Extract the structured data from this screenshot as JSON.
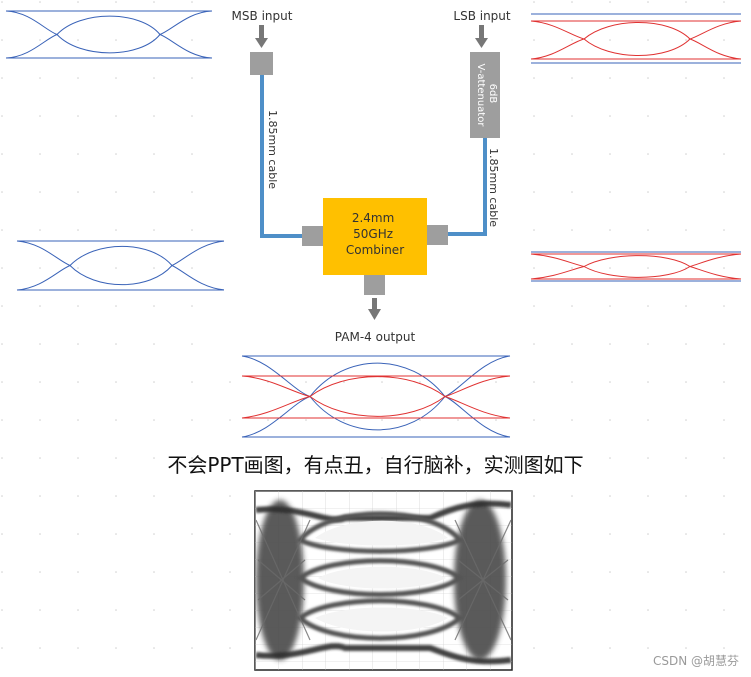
{
  "diagram": {
    "msb_input_label": "MSB input",
    "lsb_input_label": "LSB input",
    "attenuator_label": "6dB\nV-attenuator",
    "cable_left_label": "1.85mm cable",
    "cable_right_label": "1.85mm cable",
    "combiner_label": "2.4mm\n50GHz\nCombiner",
    "output_label": "PAM-4 output"
  },
  "caption": "不会PPT画图，有点丑，自行脑补，实测图如下",
  "watermark": "CSDN @胡慧芬",
  "colors": {
    "cable": "#4e8fc8",
    "combiner_fill": "#ffc000",
    "connector": "#9e9e9e",
    "msb_eye": "#3a63b8",
    "lsb_eye": "#e03232",
    "text": "#333333"
  }
}
